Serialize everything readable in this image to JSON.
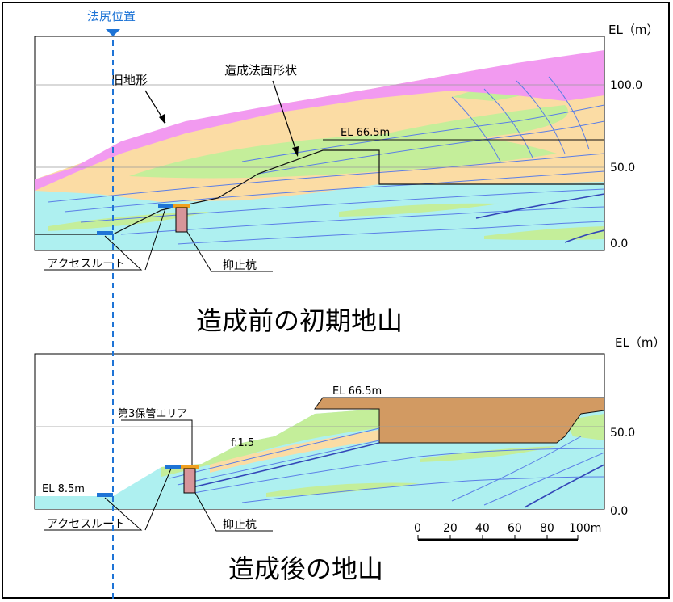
{
  "marker": {
    "label": "法尻位置"
  },
  "top": {
    "axis_unit": "EL（m）",
    "ticks": [
      "100.0",
      "50.0",
      "0.0"
    ],
    "labels": {
      "old_terrain": "旧地形",
      "cut_shape": "造成法面形状",
      "el_top": "EL 66.5m",
      "access_route": "アクセスルート",
      "pile": "抑止杭"
    },
    "caption": "造成前の初期地山"
  },
  "bottom": {
    "axis_unit": "EL（m）",
    "ticks": [
      "50.0",
      "0.0"
    ],
    "labels": {
      "el_top": "EL 66.5m",
      "storage_area": "第3保管エリア",
      "slope": "f:1.5",
      "el_base": "EL 8.5m",
      "access_route": "アクセスルート",
      "pile": "抑止杭"
    },
    "scale_ticks": [
      "0",
      "20",
      "40",
      "60",
      "80",
      "100m"
    ],
    "caption": "造成後の地山"
  },
  "colors": {
    "bedrock": "#aef0f0",
    "weathered": "#fbdca4",
    "green_layer": "#c4ee9a",
    "surface_soil": "#f29af0",
    "fill": "#d29a62",
    "marker": "#1e74d6",
    "pile": "#d7959a"
  }
}
